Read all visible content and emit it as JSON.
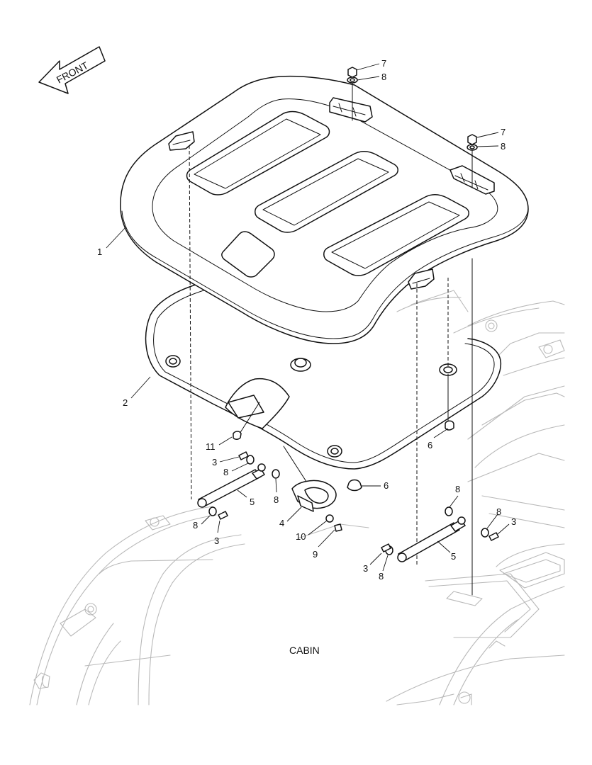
{
  "front_label": "FRONT",
  "cabin_label": "CABIN",
  "callouts": {
    "c1": "1",
    "c2": "2",
    "c3a": "3",
    "c3b": "3",
    "c3c": "3",
    "c3d": "3",
    "c4": "4",
    "c5a": "5",
    "c5b": "5",
    "c6a": "6",
    "c6b": "6",
    "c7a": "7",
    "c7b": "7",
    "c8a": "8",
    "c8b": "8",
    "c8c": "8",
    "c8d": "8",
    "c8e": "8",
    "c8f": "8",
    "c8g": "8",
    "c8h": "8",
    "c9": "9",
    "c10": "10",
    "c11": "11"
  }
}
